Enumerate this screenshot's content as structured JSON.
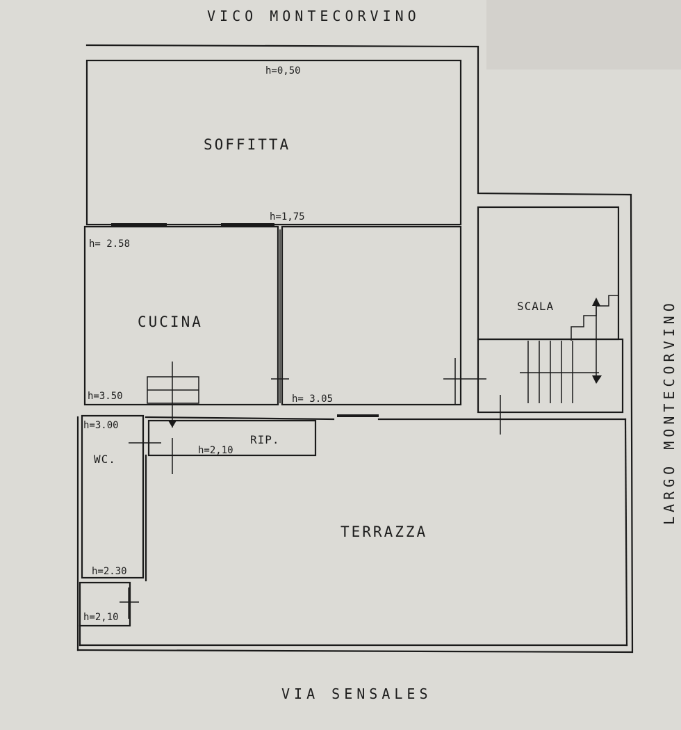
{
  "streets": {
    "top": "VICO MONTECORVINO",
    "right": "LARGO MONTECORVINO",
    "bottom": "VIA SENSALES"
  },
  "rooms": {
    "soffitta": {
      "label": "SOFFITTA",
      "h_top": "h=0,50",
      "h_bottom": "h=1,75"
    },
    "cucina": {
      "label": "CUCINA",
      "h_top": "h= 2.58",
      "h_bottom": "h=3.50"
    },
    "room_center": {
      "h": "h= 3.05"
    },
    "scala": {
      "label": "SCALA"
    },
    "rip": {
      "label": "RIP.",
      "h": "h=2,10"
    },
    "wc": {
      "label": "WC.",
      "h_top": "h=3.00",
      "h_bottom": "h=2.30"
    },
    "small_room": {
      "h": "h=2,10"
    },
    "terrazza": {
      "label": "TERRAZZA"
    }
  }
}
